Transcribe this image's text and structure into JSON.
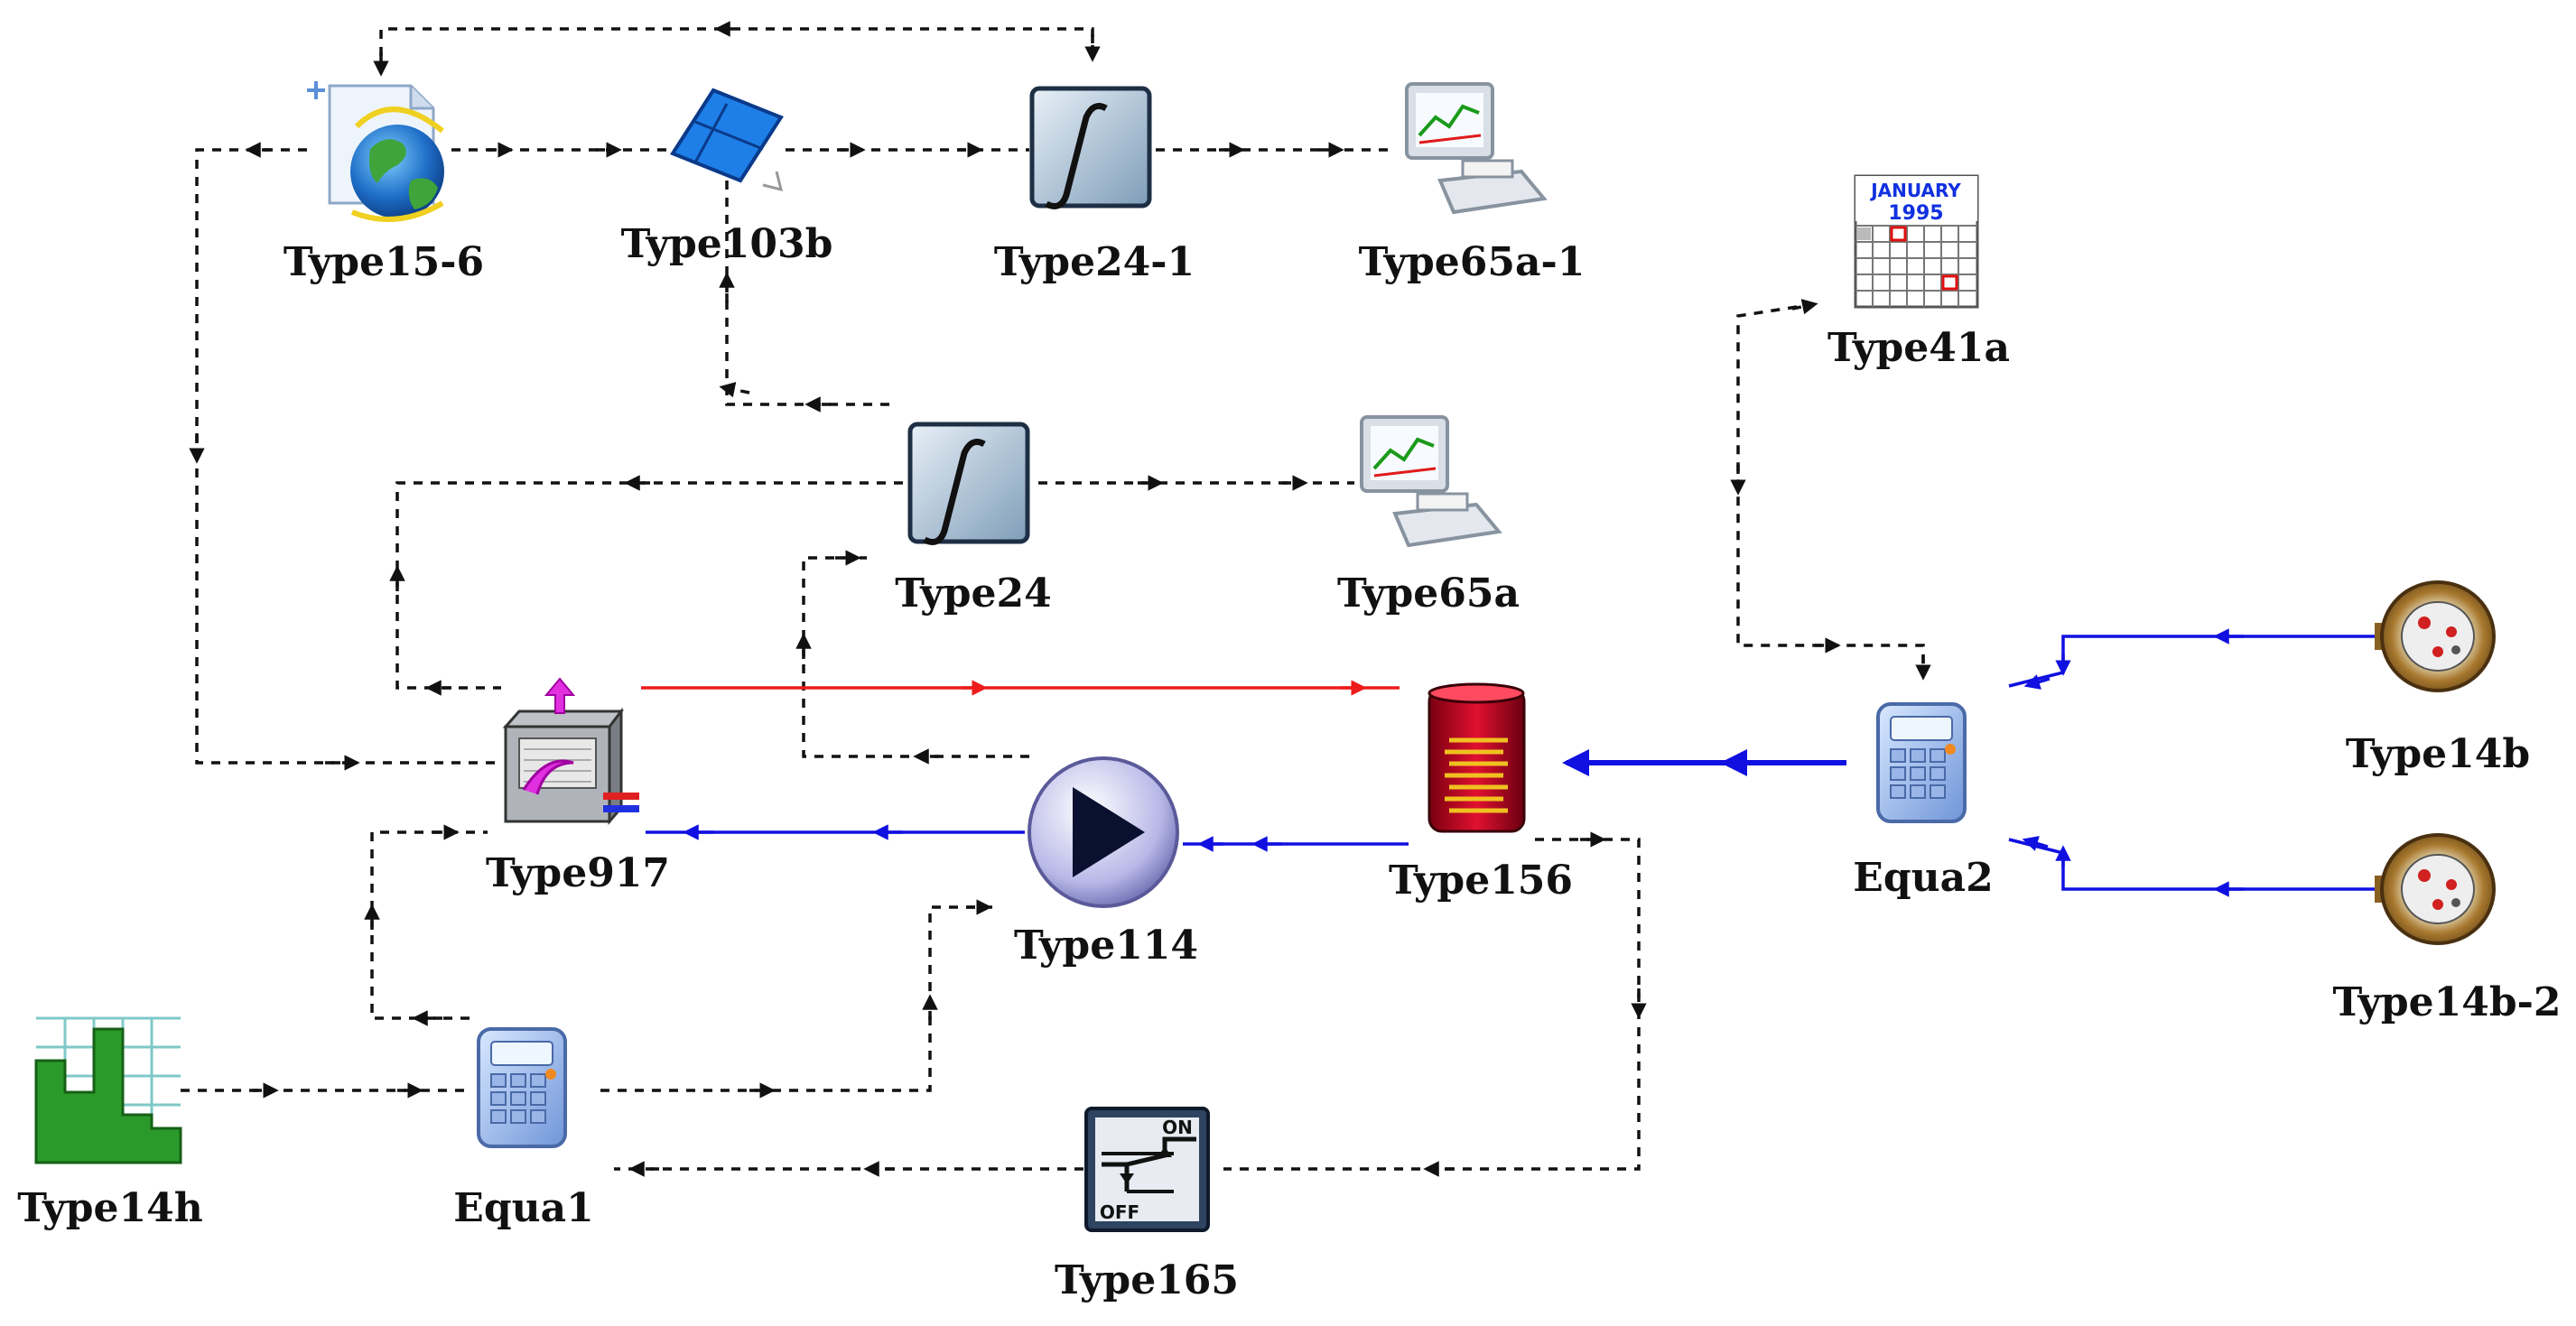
{
  "components": {
    "type15_6": "Type15-6",
    "type103b": "Type103b",
    "type24_1": "Type24-1",
    "type65a_1": "Type65a-1",
    "type41a": "Type41a",
    "type24": "Type24",
    "type65a": "Type65a",
    "type917": "Type917",
    "type114": "Type114",
    "type156": "Type156",
    "equa2": "Equa2",
    "type14b": "Type14b",
    "type14b_2": "Type14b-2",
    "type14h": "Type14h",
    "equa1": "Equa1",
    "type165": "Type165"
  },
  "icon_text": {
    "calendar_month": "JANUARY",
    "calendar_year": "1995",
    "switch_on": "ON",
    "switch_off": "OFF"
  },
  "icons": {
    "type15_6": "weather-data-globe-icon",
    "type103b": "solar-collector-icon",
    "type24_1": "integrator-icon",
    "type65a_1": "online-plotter-icon",
    "type41a": "calendar-icon",
    "type24": "integrator-icon",
    "type65a": "online-plotter-icon",
    "type917": "heat-pump-icon",
    "type114": "pump-icon",
    "type156": "storage-tank-icon",
    "equa2": "calculator-icon",
    "type14b": "water-meter-icon",
    "type14b_2": "water-meter-icon",
    "type14h": "bar-forcing-function-icon",
    "equa1": "calculator-icon",
    "type165": "on-off-controller-icon"
  },
  "colors": {
    "control_link": "#111111",
    "hot_fluid_link": "#ee1b1b",
    "cold_fluid_link": "#1010e0"
  }
}
